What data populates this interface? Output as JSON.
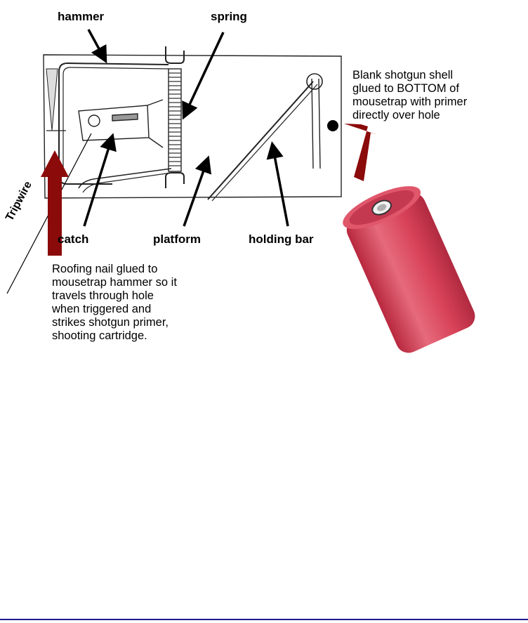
{
  "labels": {
    "hammer": "hammer",
    "spring": "spring",
    "catch": "catch",
    "platform": "platform",
    "holding_bar": "holding bar",
    "tripwire": "Tripwire"
  },
  "notes": {
    "shell": [
      "Blank shotgun shell",
      "glued to BOTTOM of",
      "mousetrap with primer",
      "directly over hole"
    ],
    "nail": [
      "Roofing nail glued to",
      "mousetrap hammer so it",
      "travels through hole",
      "when triggered and",
      "strikes shotgun primer,",
      "shooting cartridge."
    ]
  },
  "colors": {
    "arrow_red": "#8b0a0a",
    "shell_red": "#d8465a",
    "rule_blue": "#1a1a8c"
  },
  "icons": [
    "mousetrap-drawing",
    "shotgun-shell-image",
    "red-arrow-icon",
    "black-arrow-icon",
    "hole-dot-icon"
  ]
}
